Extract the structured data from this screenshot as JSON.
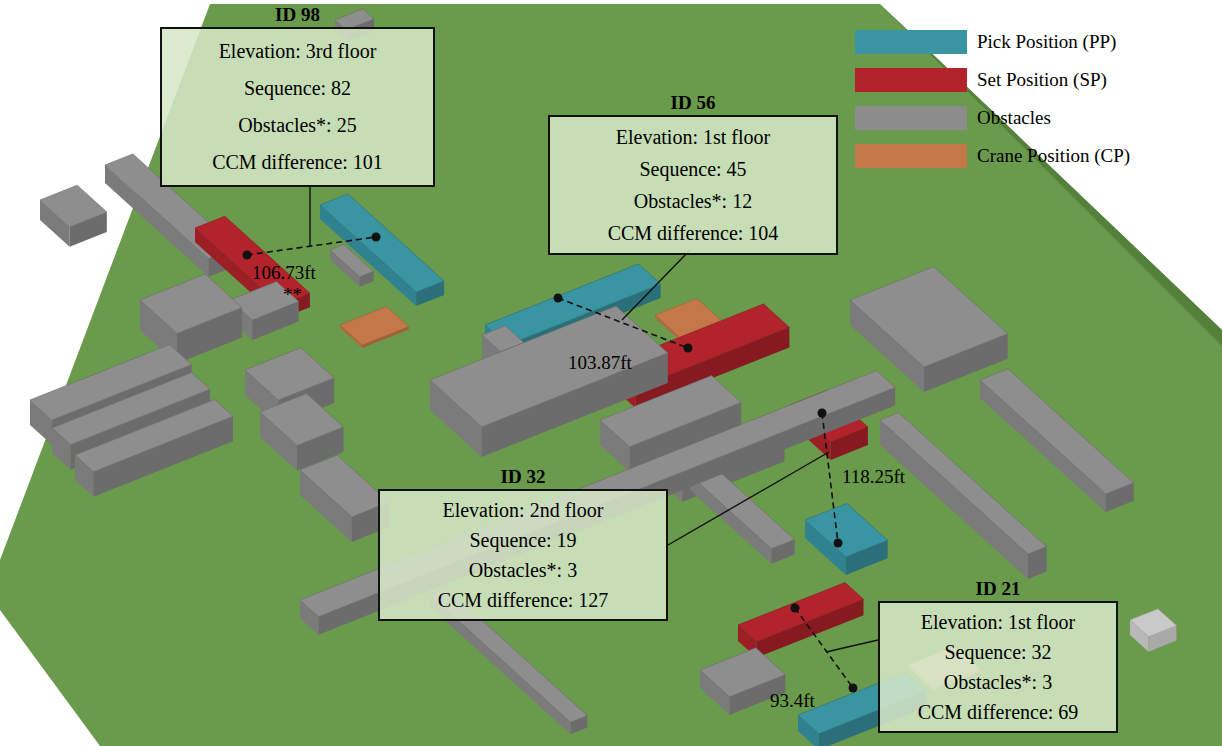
{
  "diagram": {
    "nodes": [
      {
        "text": [
          "ID 98",
          "Elevation: 3rd floor",
          "Sequence: 82",
          "Obstacles*: 25",
          "CCM difference: 101"
        ]
      },
      {
        "text": [
          "ID 56",
          "Elevation: 1st floor",
          "Sequence: 45",
          "Obstacles*: 12",
          "CCM difference: 104"
        ]
      },
      {
        "text": [
          "ID 32",
          "Elevation: 2nd floor",
          "Sequence: 19",
          "Obstacles*: 3",
          "CCM difference: 127"
        ]
      },
      {
        "text": [
          "ID 21",
          "Elevation: 1st floor",
          "Sequence: 32",
          "Obstacles*: 3",
          "CCM difference: 69"
        ]
      }
    ],
    "labels": [
      "106.73ft",
      "**",
      "103.87ft",
      "118.25ft",
      "93.4ft"
    ],
    "legend": [
      {
        "text": "Pick Position (PP)",
        "color": "#3a95a3"
      },
      {
        "text": "Set Position (SP)",
        "color": "#b3232b"
      },
      {
        "text": "Obstacles",
        "color": "#8c8c8c"
      },
      {
        "text": "Crane Position (CP)",
        "color": "#c4784a"
      }
    ]
  }
}
